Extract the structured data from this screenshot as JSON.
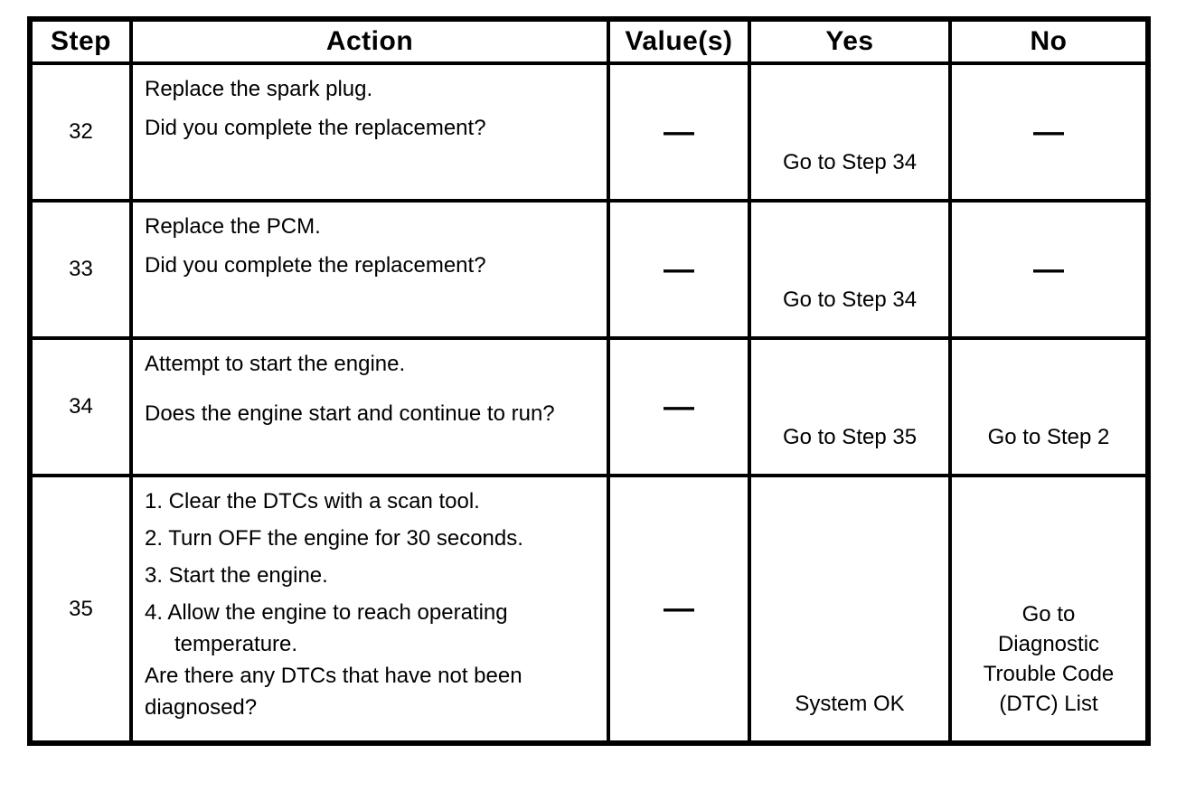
{
  "page": {
    "background": "#ffffff",
    "border_color": "#000000",
    "text_color": "#000000"
  },
  "table": {
    "headers": [
      "Step",
      "Action",
      "Value(s)",
      "Yes",
      "No"
    ],
    "rows": [
      {
        "step": "32",
        "action": [
          "Replace the spark plug.",
          "Did you complete the replacement?"
        ],
        "value": "—",
        "yes": "Go to Step 34",
        "no": "—"
      },
      {
        "step": "33",
        "action": [
          "Replace the PCM.",
          "Did you complete the replacement?"
        ],
        "value": "—",
        "yes": "Go to Step 34",
        "no": "—"
      },
      {
        "step": "34",
        "action": [
          "Attempt to start the engine.",
          "Does the engine start and continue to run?"
        ],
        "value": "—",
        "yes": "Go to Step 35",
        "no": "Go to Step 2"
      },
      {
        "step": "35",
        "action_list": [
          "1. Clear the DTCs with a scan tool.",
          "2. Turn OFF the engine for 30 seconds.",
          "3. Start the engine.",
          "4. Allow the engine to reach operating temperature."
        ],
        "action_question": "Are there any DTCs that have not been diagnosed?",
        "value": "—",
        "yes": "System OK",
        "no": "Go to Diagnostic Trouble Code (DTC) List"
      }
    ]
  }
}
